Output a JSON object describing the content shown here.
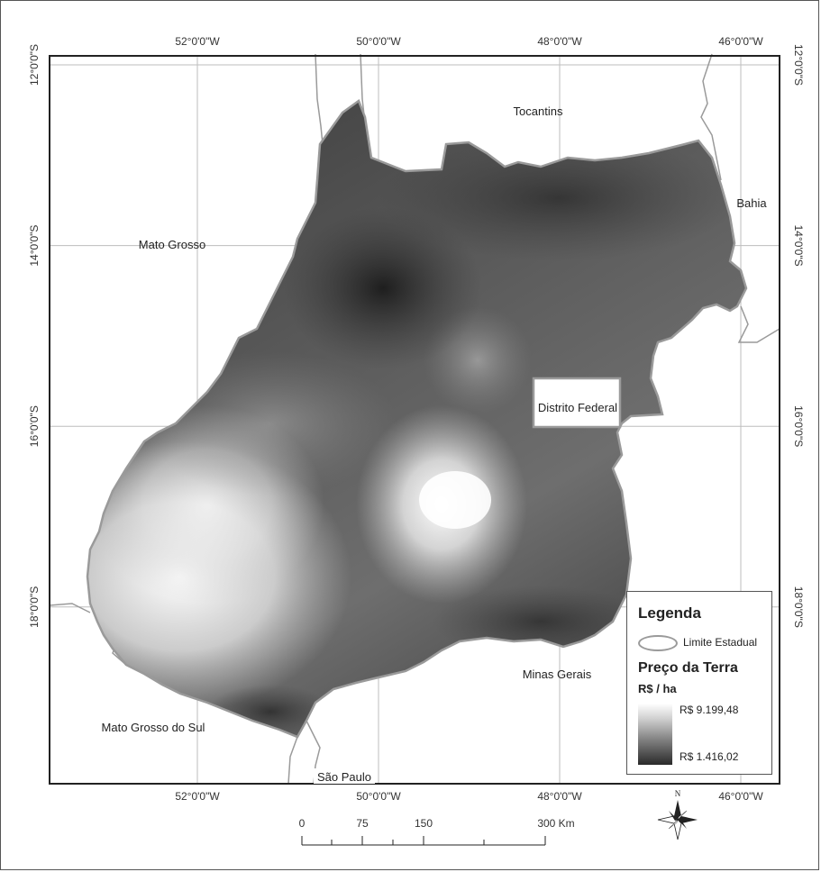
{
  "map": {
    "longitude_labels": [
      {
        "label": "52°0'0\"W",
        "lon": -52
      },
      {
        "label": "50°0'0\"W",
        "lon": -50
      },
      {
        "label": "48°0'0\"W",
        "lon": -48
      },
      {
        "label": "46°0'0\"W",
        "lon": -46
      }
    ],
    "latitude_labels": [
      {
        "label": "12°0'0\"S",
        "lat": -12
      },
      {
        "label": "14°0'0\"S",
        "lat": -14
      },
      {
        "label": "16°0'0\"S",
        "lat": -16
      },
      {
        "label": "18°0'0\"S",
        "lat": -18
      }
    ],
    "places": {
      "tocantins": "Tocantins",
      "bahia": "Bahia",
      "mato_grosso": "Mato Grosso",
      "distrito_federal": "Distrito Federal",
      "mato_grosso_do_sul": "Mato Grosso do Sul",
      "minas_gerais": "Minas Gerais",
      "sao_paulo": "São Paulo"
    }
  },
  "legend": {
    "title": "Legenda",
    "boundary_label": "Limite Estadual",
    "price_title": "Preço da Terra",
    "unit": "R$ / ha",
    "max_label": "R$ 9.199,48",
    "min_label": "R$ 1.416,02",
    "ramp_colors": [
      "#ffffff",
      "#2a2a2a"
    ]
  },
  "scale_bar": {
    "ticks": [
      "0",
      "75",
      "150",
      "300 Km"
    ]
  },
  "north_arrow": {
    "label": "N",
    "icon": "north-arrow-icon"
  },
  "colors": {
    "boundary": "#9a9a9a",
    "graticule": "#bdbdbd",
    "frame": "#222222"
  }
}
